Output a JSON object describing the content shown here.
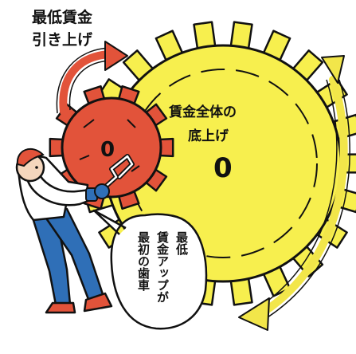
{
  "caption": {
    "line1": "最低賃金",
    "line2": "引き上げ"
  },
  "big_gear": {
    "line1": "賃金全体の",
    "line2": "底上げ",
    "mark": "0"
  },
  "small_gear": {
    "mark": "0"
  },
  "bubble": {
    "column1": "最低",
    "column2": "賃金アップが",
    "column3": "最初の歯車"
  },
  "colors": {
    "big_gear": "#f7ef4e",
    "small_gear": "#e2533a",
    "arrow": "#e2533a",
    "right_arrow": "#f2e64a",
    "shirt": "#ffffff",
    "pants": "#2f6fb7",
    "outline": "#111111"
  }
}
